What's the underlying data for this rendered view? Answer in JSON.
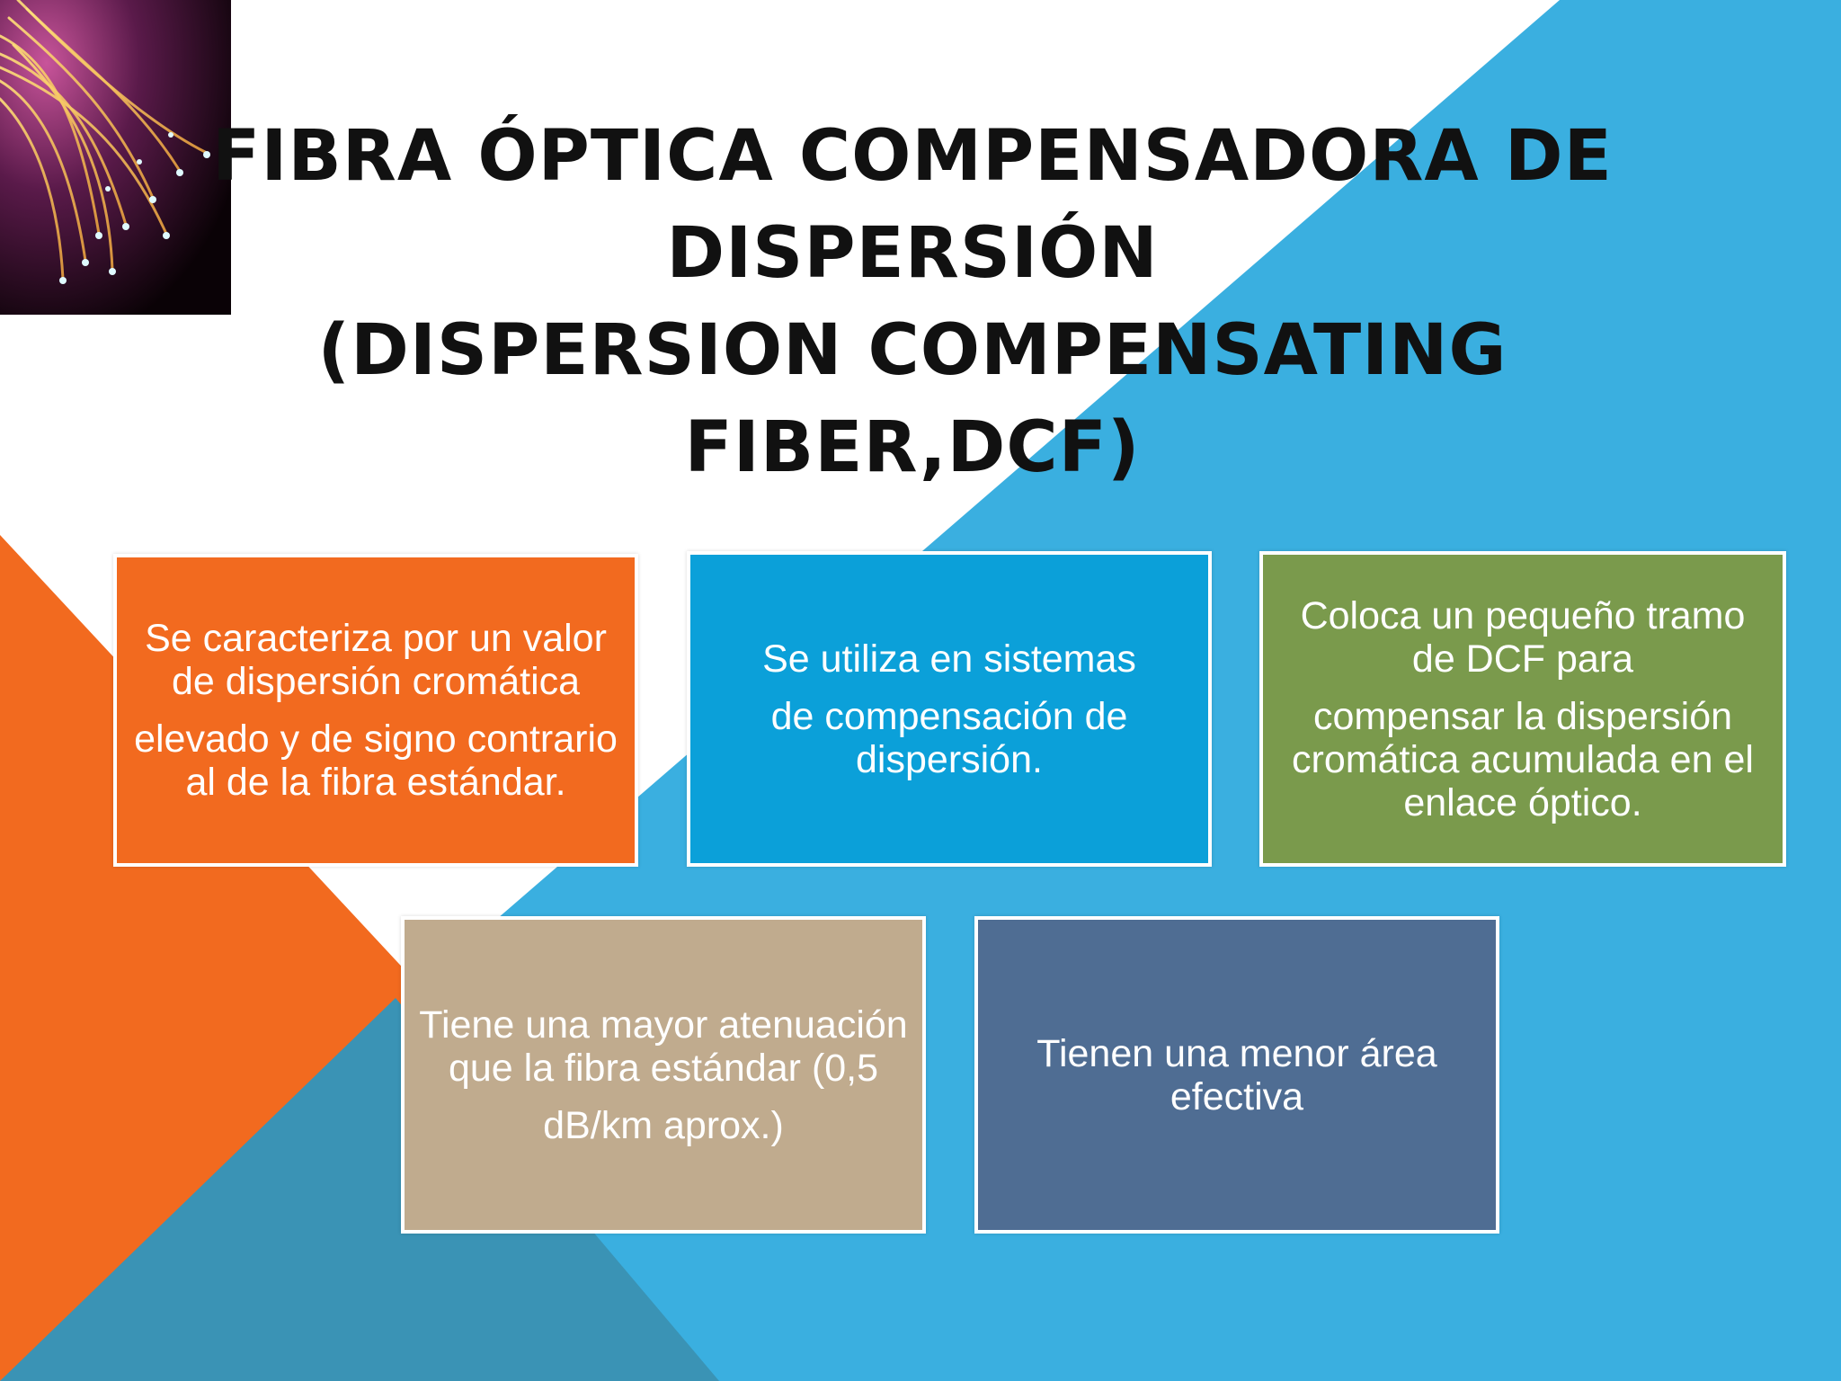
{
  "title": {
    "line1": "FIBRA ÓPTICA COMPENSADORA DE",
    "line2": "DISPERSIÓN",
    "line3": "(DISPERSION COMPENSATING FIBER,DCF)"
  },
  "cards": [
    {
      "color": "#F26A1F",
      "paragraphs": [
        "Se caracteriza por un valor de dispersión cromática",
        "elevado y de signo contrario al de la fibra estándar."
      ]
    },
    {
      "color": "#0BA0D9",
      "paragraphs": [
        "Se utiliza en sistemas",
        "de compensación de dispersión."
      ]
    },
    {
      "color": "#7A9A4C",
      "paragraphs": [
        "Coloca un pequeño tramo de DCF para",
        "compensar la dispersión cromática acumulada en el enlace óptico."
      ]
    },
    {
      "color": "#C0AB8E",
      "paragraphs": [
        "Tiene una mayor atenuación que la fibra estándar (0,5",
        "dB/km aprox.)"
      ]
    },
    {
      "color": "#4F6D93",
      "paragraphs": [
        "Tienen una menor área efectiva"
      ]
    }
  ],
  "colors": {
    "background_white": "#FFFFFF",
    "accent_blue": "#3AAFE0",
    "accent_blue_dark": "#3A93B5",
    "accent_orange": "#F26A1F"
  },
  "decor": {
    "photo": "fiber-optic-strands-image"
  }
}
